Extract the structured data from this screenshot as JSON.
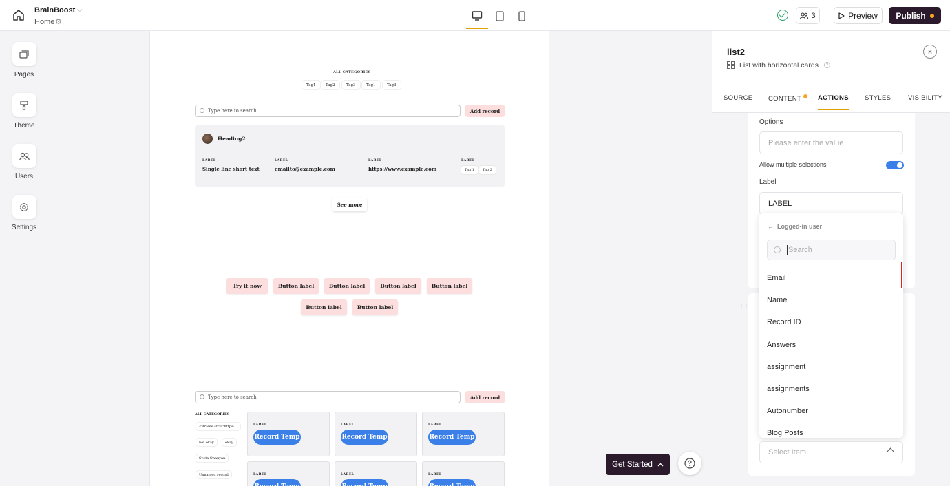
{
  "topbar": {
    "app_name": "BrainBoost",
    "page_name": "Home",
    "collaborators_count": "3",
    "preview_label": "Preview",
    "publish_label": "Publish"
  },
  "sidebar": {
    "items": [
      {
        "label": "Pages",
        "icon": "pages-icon"
      },
      {
        "label": "Theme",
        "icon": "paint-roller-icon"
      },
      {
        "label": "Users",
        "icon": "users-icon"
      },
      {
        "label": "Settings",
        "icon": "gear-icon"
      }
    ]
  },
  "canvas": {
    "categories_title": "ALL CATEGORIES",
    "tags": [
      "Tag1",
      "Tag2",
      "Tag3",
      "Tag1",
      "Tag3"
    ],
    "search_placeholder": "Type here to search",
    "add_record": "Add record",
    "card": {
      "heading": "Heading2",
      "fields": [
        {
          "label": "LABEL",
          "value": "Single line short text"
        },
        {
          "label": "LABEL",
          "value": "emailto@example.com"
        },
        {
          "label": "LABEL",
          "value": "https://www.example.com"
        },
        {
          "label": "LABEL",
          "tags": [
            "Tag 1",
            "Tag 2"
          ]
        }
      ]
    },
    "see_more": "See more",
    "buttons": [
      "Try it now",
      "Button label",
      "Button label",
      "Button label",
      "Button label",
      "Button label",
      "Button label"
    ],
    "search2_placeholder": "Type here to search",
    "add_record2": "Add record",
    "cat_list_title": "ALL CATEGORIES",
    "side_tags": [
      "<iframe src=\"https:...",
      "not okay",
      "okay",
      "Sveta Ohanyan",
      "Unnamed record"
    ],
    "grid_cards": [
      {
        "label": "LABEL",
        "button": "Record Temp"
      },
      {
        "label": "LABEL",
        "button": "Record Temp"
      },
      {
        "label": "LABEL",
        "button": "Record Temp"
      },
      {
        "label": "LABEL",
        "button": "Record Temp"
      },
      {
        "label": "LABEL",
        "button": "Record Temp"
      },
      {
        "label": "LABEL",
        "button": "Record Temp"
      }
    ]
  },
  "floating": {
    "get_started": "Get Started"
  },
  "panel": {
    "title": "list2",
    "subtitle": "List with horizontal cards",
    "tabs": [
      "SOURCE",
      "CONTENT",
      "ACTIONS",
      "STYLES",
      "VISIBILITY"
    ],
    "active_tab": "ACTIONS",
    "options_label": "Options",
    "options_placeholder": "Please enter the value",
    "allow_multiple": "Allow multiple selections",
    "allow_multiple_on": true,
    "label_label": "Label",
    "label_value": "LABEL",
    "dropdown": {
      "back_label": "Logged-in user",
      "search_placeholder": "Search",
      "items": [
        "Email",
        "Name",
        "Record ID",
        "Answers",
        "assignment",
        "assignments",
        "Autonumber",
        "Blog Posts"
      ],
      "highlighted": "Email"
    },
    "select_placeholder": "Select Item"
  },
  "colors": {
    "accent": "#e0a100",
    "publish_bg": "#2a1a2c",
    "toggle_on": "#3b7fe8",
    "record_button": "#3b7fe8",
    "pink_button": "#fcdede",
    "highlight_border": "#e02020"
  }
}
